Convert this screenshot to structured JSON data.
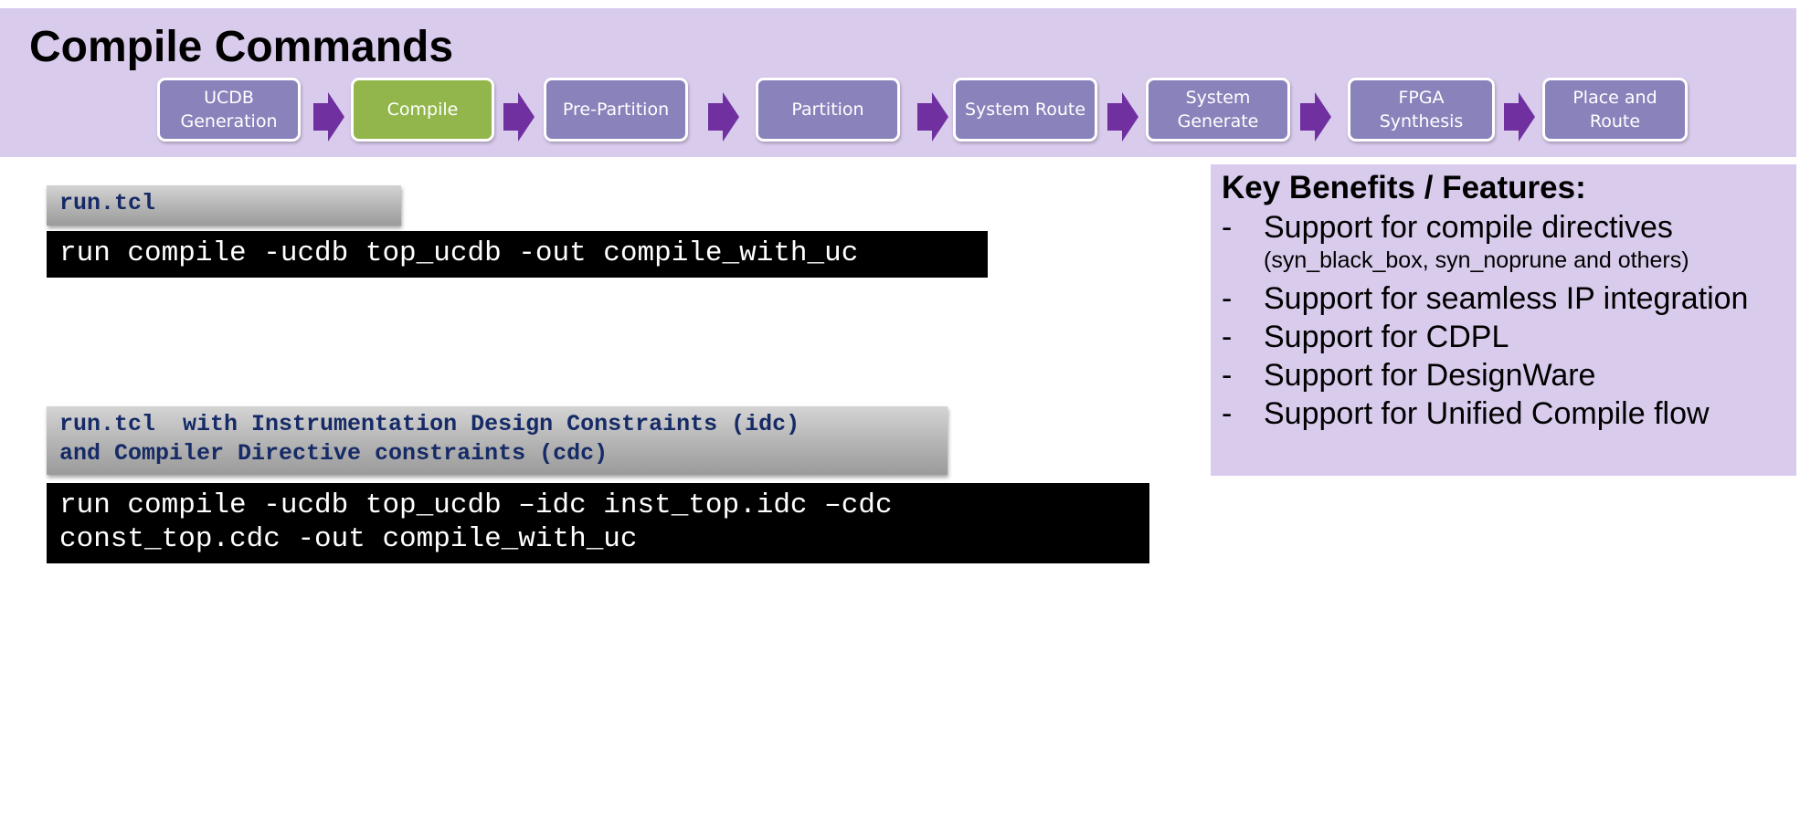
{
  "page": {
    "title": "Compile Commands"
  },
  "flow": {
    "steps": [
      {
        "label": "UCDB\nGeneration",
        "active": false
      },
      {
        "label": "Compile",
        "active": true
      },
      {
        "label": "Pre-Partition",
        "active": false
      },
      {
        "label": "Partition",
        "active": false
      },
      {
        "label": "System Route",
        "active": false
      },
      {
        "label": "System\nGenerate",
        "active": false
      },
      {
        "label": "FPGA\nSynthesis",
        "active": false
      },
      {
        "label": "Place and\nRoute",
        "active": false
      }
    ],
    "colors": {
      "step": "#8a82bb",
      "active_step": "#93b64c",
      "arrow": "#7030a0",
      "header_bg": "#d9cbec"
    }
  },
  "blocks": [
    {
      "label": "run.tcl",
      "code": "run compile -ucdb top_ucdb -out compile_with_uc"
    },
    {
      "label": "run.tcl  with Instrumentation Design Constraints (idc)\nand Compiler Directive constraints (cdc)",
      "code": "run compile -ucdb top_ucdb –idc inst_top.idc –cdc\nconst_top.cdc -out compile_with_uc"
    }
  ],
  "benefits": {
    "title": "Key Benefits / Features:",
    "dash": "-",
    "items": [
      {
        "text": "Support for compile directives",
        "note": "(syn_black_box, syn_noprune and others)"
      },
      {
        "text": "Support for seamless IP integration",
        "note": ""
      },
      {
        "text": "Support for CDPL",
        "note": ""
      },
      {
        "text": "Support for DesignWare",
        "note": ""
      },
      {
        "text": "Support for Unified Compile flow",
        "note": ""
      }
    ]
  }
}
